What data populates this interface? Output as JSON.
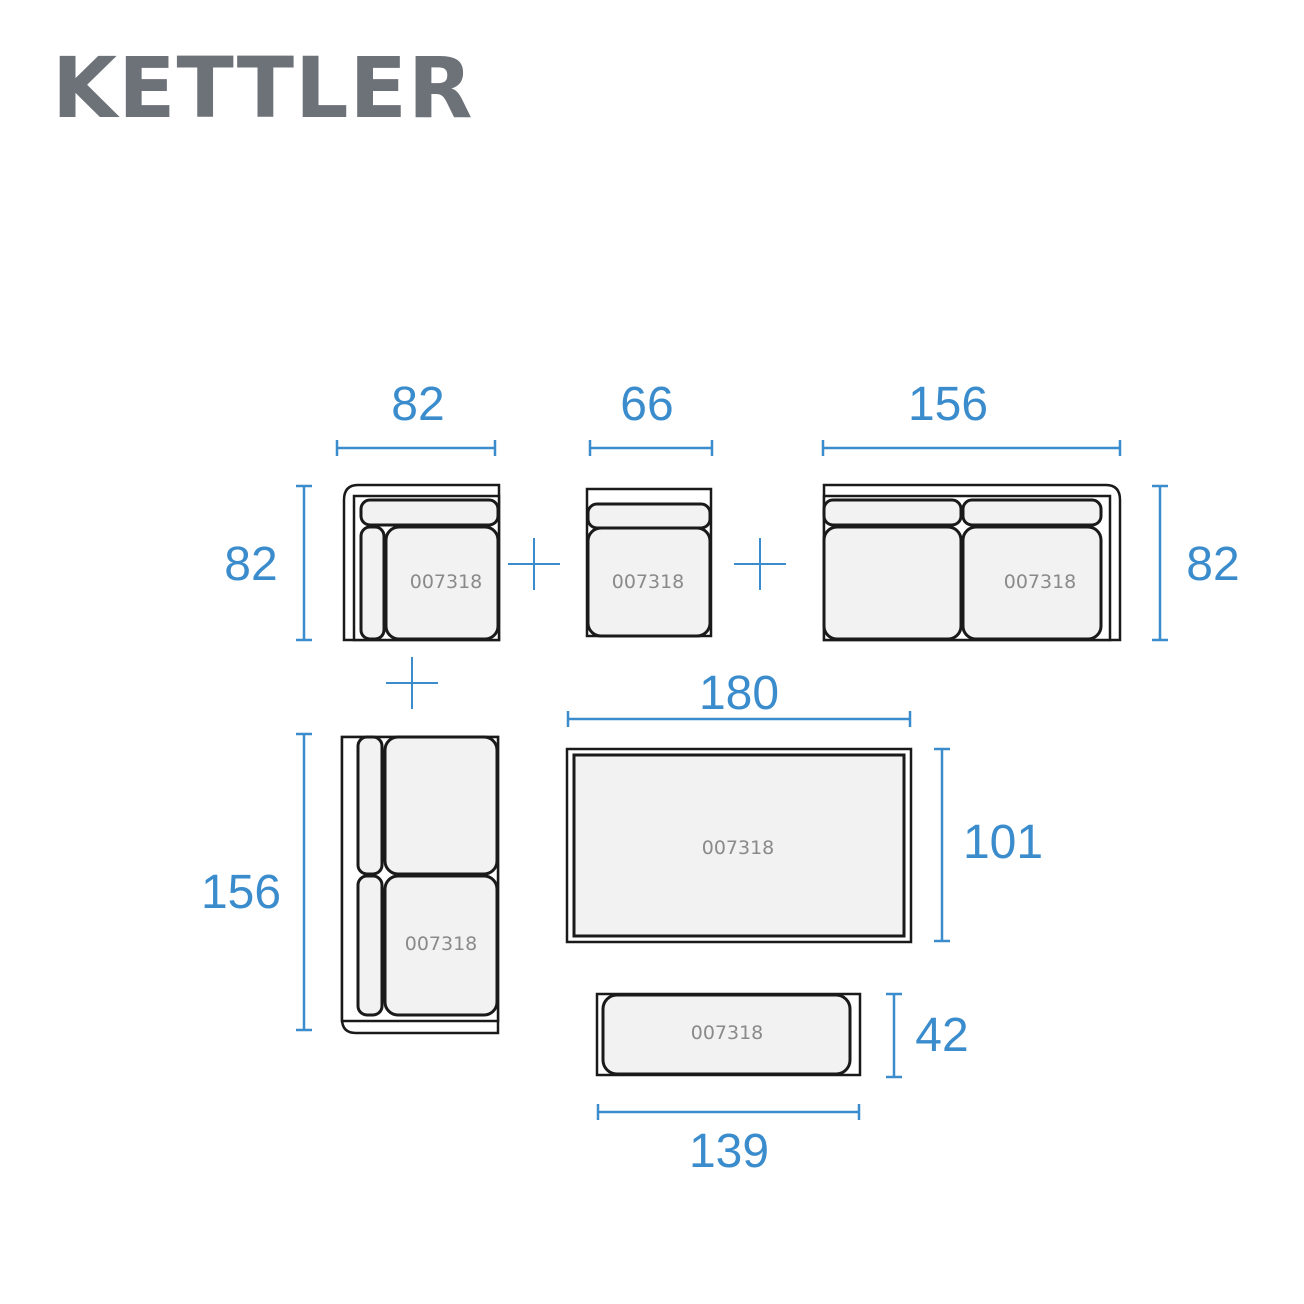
{
  "brand": {
    "logo_text": "KETTLER"
  },
  "colors": {
    "accent": "#3a8ccc",
    "logo": "#6d7278",
    "outline": "#1a1a1a",
    "cushion": "#f2f2f2",
    "code_text": "#8a8a8a"
  },
  "modules": [
    {
      "name": "corner-module",
      "code": "007318",
      "width": "82",
      "depth": "82"
    },
    {
      "name": "middle-module",
      "code": "007318",
      "width": "66"
    },
    {
      "name": "two-seat-module",
      "code": "007318",
      "width": "156",
      "depth": "82"
    },
    {
      "name": "side-two-seat-module",
      "code": "007318",
      "length": "156"
    },
    {
      "name": "table",
      "code": "007318",
      "width": "180",
      "depth": "101"
    },
    {
      "name": "bench",
      "code": "007318",
      "width": "139",
      "depth": "42"
    }
  ]
}
